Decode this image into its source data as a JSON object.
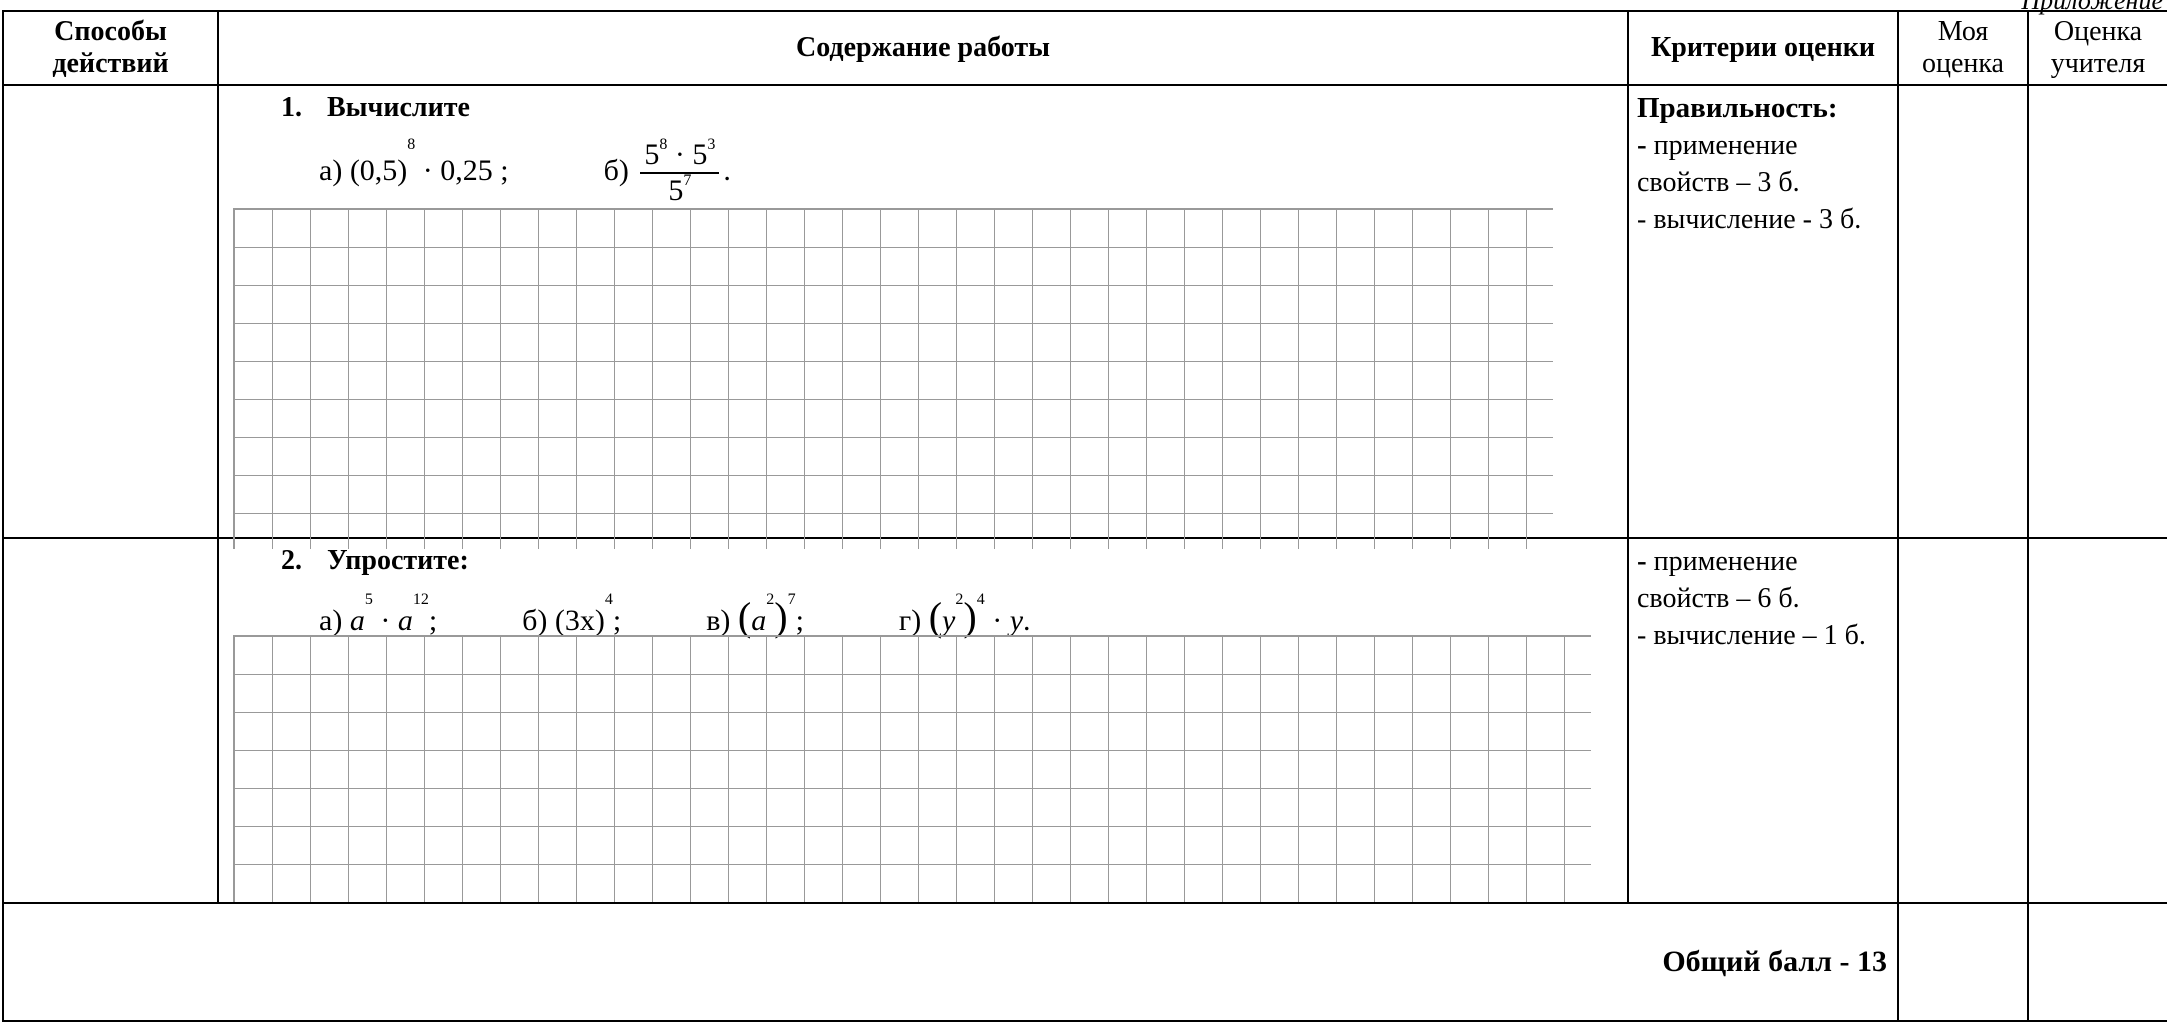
{
  "corner_text": "Приложение",
  "headers": {
    "methods": "Способы действий",
    "content": "Содержание работы",
    "criteria": "Критерии оценки",
    "my_grade": "Моя оценка",
    "teacher_grade": "Оценка учителя"
  },
  "task1": {
    "number": "1.",
    "title": "Вычислите",
    "part_a_label": "а)",
    "part_a_expr": "(0,5)",
    "part_a_exp": "8",
    "part_a_rest": " · 0,25 ;",
    "part_b_label": "б)",
    "frac_num_base1": "5",
    "frac_num_exp1": "8",
    "frac_num_dot": " · ",
    "frac_num_base2": "5",
    "frac_num_exp2": "3",
    "frac_den_base": "5",
    "frac_den_exp": "7",
    "end": "."
  },
  "task2": {
    "number": "2.",
    "title": "Упростите:",
    "a_label": "а)",
    "a_base1": "a",
    "a_exp1": "5",
    "a_dot": " · ",
    "a_base2": "a",
    "a_exp2": "12",
    "a_end": ";",
    "b_label": "б)",
    "b_base": "(3x)",
    "b_exp": "4",
    "b_end": ";",
    "c_label": "в)",
    "c_open": "(",
    "c_base": "a",
    "c_inner_exp": "2",
    "c_close": ")",
    "c_exp": "7",
    "c_end": ";",
    "d_label": "г)",
    "d_open": "(",
    "d_base": "y",
    "d_inner_exp": "2",
    "d_close": ")",
    "d_exp": "4",
    "d_dot": " · ",
    "d_var": "y",
    "d_end": "."
  },
  "criteria1": {
    "heading": "Правильность:",
    "line1_dash": "-",
    "line1": " применение свойств – 3 б.",
    "line2": "- вычисление - 3 б."
  },
  "criteria2": {
    "line1_dash": "-",
    "line1": " применение свойств – 6 б.",
    "line2": "- вычисление – 1 б."
  },
  "total": "Общий балл - 13"
}
